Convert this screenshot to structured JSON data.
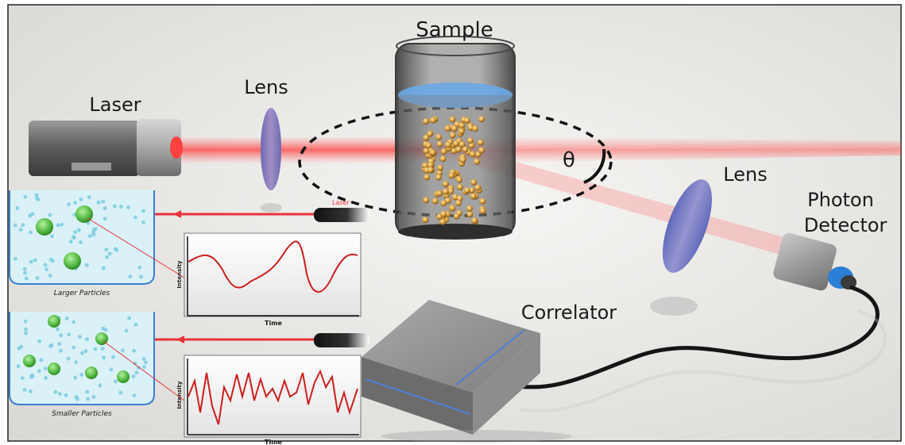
{
  "labels": {
    "sample": "Sample",
    "laser": "Laser",
    "lens_left": "Lens",
    "lens_right": "Lens",
    "photon_detector_line1": "Photon",
    "photon_detector_line2": "Detector",
    "correlator": "Correlator",
    "theta": "θ",
    "mini_laser": "Laser"
  },
  "panels": {
    "large": {
      "caption": "Larger Particles",
      "y_axis": "Intensity",
      "x_axis": "Time"
    },
    "small": {
      "caption": "Smaller Particles",
      "y_axis": "Intensity",
      "x_axis": "Time"
    }
  },
  "colors": {
    "beam": "#e8323a",
    "lens": "#4f7fd6",
    "signal": "#cc1f1f",
    "particle": "#5cc04a",
    "solvent_dots": "#7fcde0"
  },
  "icons": [
    "laser-icon",
    "lens-icon",
    "sample-cup-icon",
    "detector-icon",
    "correlator-box-icon",
    "cable-icon"
  ]
}
